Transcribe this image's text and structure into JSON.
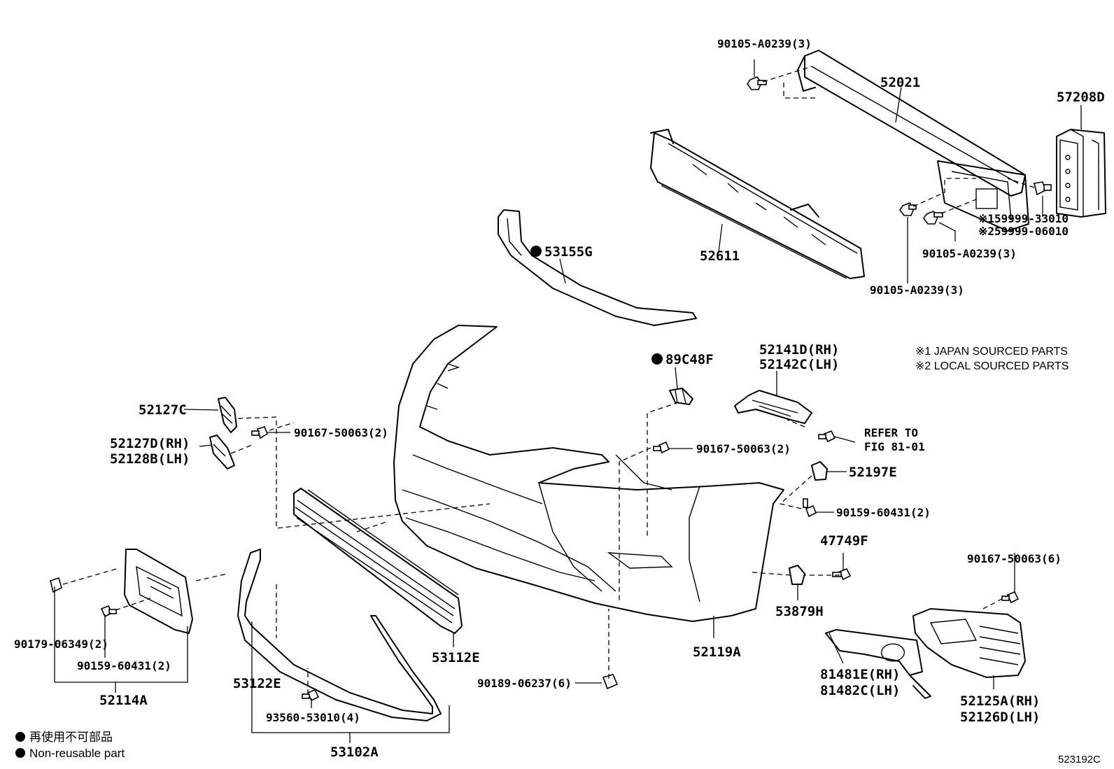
{
  "labels": {
    "p90105_top": "90105-A0239(3)",
    "p52021": "52021",
    "p57208D": "57208D",
    "p159999": "※159999-33010",
    "p259999": "※259999-06010",
    "p90105_mid": "90105-A0239(3)",
    "p90105_low": "90105-A0239(3)",
    "p52611": "52611",
    "p53155G": "53155G",
    "p89C48F": "89C48F",
    "p52141D": "52141D(RH)",
    "p52142C": "52142C(LH)",
    "p52127C": "52127C",
    "p52127D": "52127D(RH)",
    "p52128B": "52128B(LH)",
    "p90167_a": "90167-50063(2)",
    "p90167_b": "90167-50063(2)",
    "p90167_c": "90167-50063(6)",
    "refer1": "REFER TO",
    "refer2": "FIG 81-01",
    "p52197E": "52197E",
    "p90159_r": "90159-60431(2)",
    "p47749F": "47749F",
    "p53879H": "53879H",
    "p52119A": "52119A",
    "p81481E": "81481E(RH)",
    "p81482C": "81482C(LH)",
    "p52125A": "52125A(RH)",
    "p52126D": "52126D(LH)",
    "p90189": "90189-06237(6)",
    "p53112E": "53112E",
    "p53122E": "53122E",
    "p93560": "93560-53010(4)",
    "p53102A": "53102A",
    "p90179": "90179-06349(2)",
    "p90159_l": "90159-60431(2)",
    "p52114A": "52114A"
  },
  "notes": {
    "japan": "※1 JAPAN SOURCED PARTS",
    "local": "※2 LOCAL SOURCED PARTS"
  },
  "legend": {
    "jp": "再使用不可部品",
    "en": "Non-reusable part"
  },
  "figure_code": "523192C"
}
